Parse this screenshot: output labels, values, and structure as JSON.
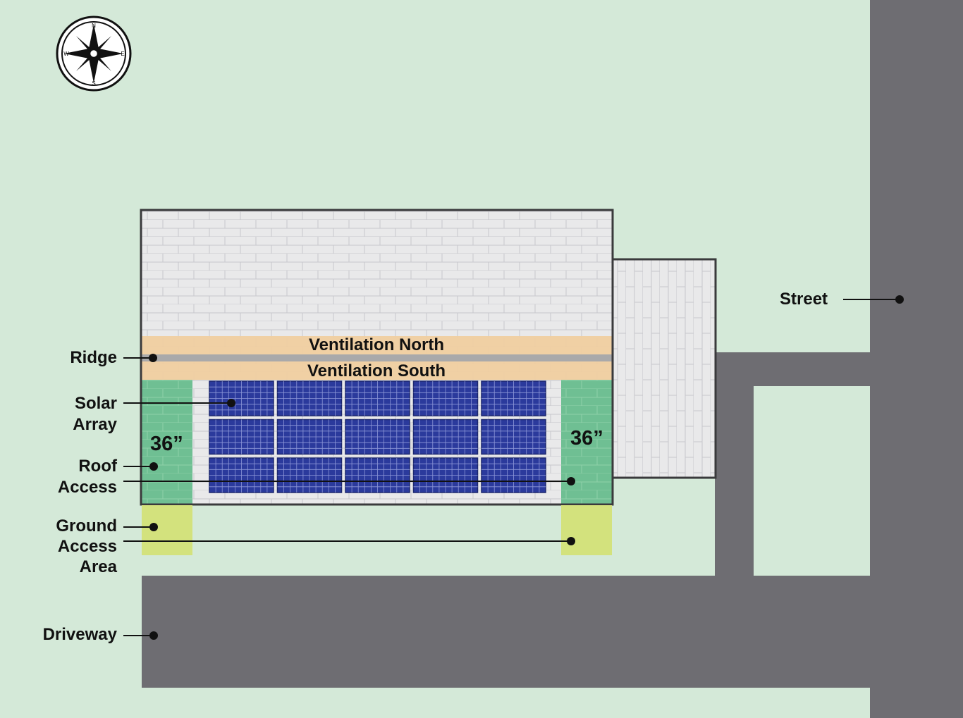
{
  "colors": {
    "lawn": "#d4e9d8",
    "pavement": "#6e6d72",
    "roof_fill": "#e9e9ea",
    "roof_lines": "#c8c8cc",
    "ventilation": "#f0cfa0",
    "ridge": "#a9a9aa",
    "roof_access": "#6fbf93",
    "ground_access": "#d3e27d",
    "panel": "#2b3a9c",
    "panel_grid": "#8d97d8",
    "leader": "#111111"
  },
  "icons": {
    "compass": "compass-rose-icon"
  },
  "compass": {
    "n": "N",
    "e": "E",
    "s": "S",
    "w": "W"
  },
  "bands": {
    "ventilation_north": "Ventilation North",
    "ventilation_south": "Ventilation South"
  },
  "dimensions": {
    "left_setback": "36”",
    "right_setback": "36”"
  },
  "solar_array": {
    "rows": 3,
    "columns": 5
  },
  "labels": {
    "ridge": "Ridge",
    "solar_line1": "Solar",
    "solar_line2": "Array",
    "roof_line1": "Roof",
    "roof_line2": "Access",
    "ground_line1": "Ground",
    "ground_line2": "Access",
    "ground_line3": "Area",
    "driveway": "Driveway",
    "street": "Street"
  }
}
